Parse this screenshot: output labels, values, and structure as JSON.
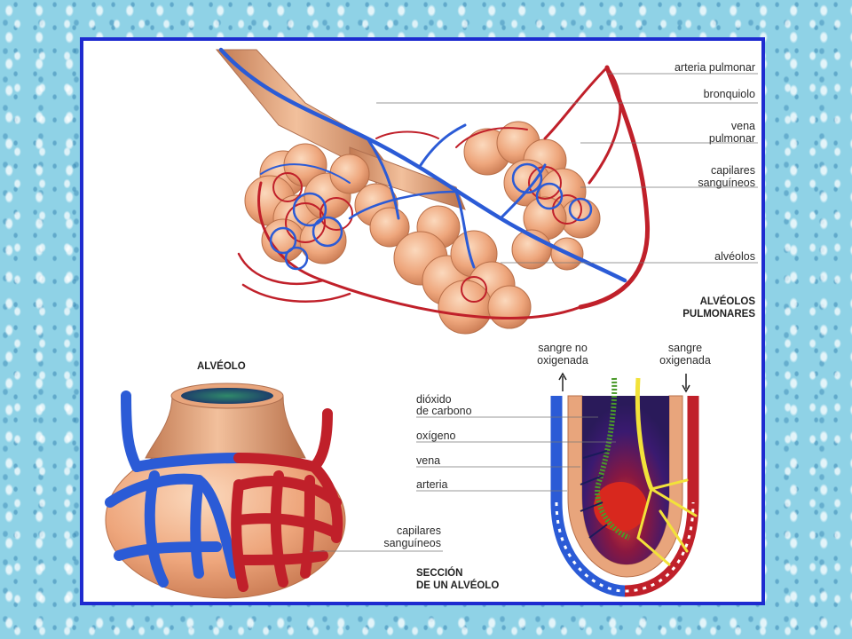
{
  "top_labels": {
    "arteria_pulmonar": "arteria pulmonar",
    "bronquiolo": "bronquiolo",
    "vena_pulmonar_1": "vena",
    "vena_pulmonar_2": "pulmonar",
    "capilares_1": "capilares",
    "capilares_2": "sanguíneos",
    "alveolos": "alvéolos",
    "title_1": "ALVÉOLOS",
    "title_2": "PULMONARES"
  },
  "alveolo": {
    "title": "ALVÉOLO",
    "capilares_1": "capilares",
    "capilares_2": "sanguíneos"
  },
  "seccion": {
    "sangre_no_1": "sangre no",
    "sangre_no_2": "oxigenada",
    "sangre_ox_1": "sangre",
    "sangre_ox_2": "oxigenada",
    "dioxido_1": "dióxido",
    "dioxido_2": "de carbono",
    "oxigeno": "oxígeno",
    "vena": "vena",
    "arteria": "arteria",
    "title_1": "SECCIÓN",
    "title_2": "DE UN ALVÉOLO"
  },
  "colors": {
    "border": "#1e2bd0",
    "vein": "#2b5bd6",
    "artery": "#c0202a",
    "tissue": "#e8a57c"
  }
}
